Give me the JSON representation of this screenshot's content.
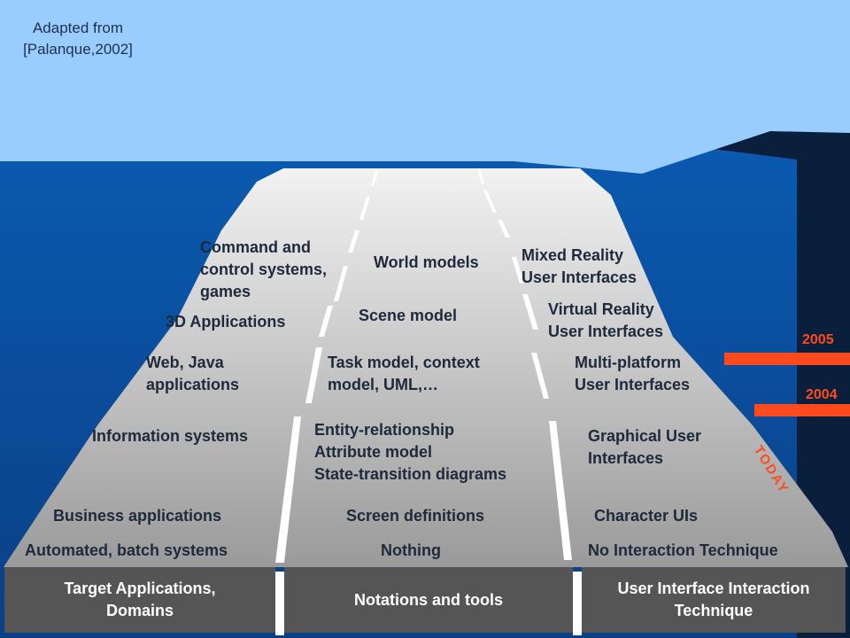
{
  "credit": "Adapted from\n[Palanque,2002]",
  "timeline": {
    "year_2005": "2005",
    "year_2004": "2004",
    "today": "TODAY"
  },
  "columns": {
    "applications": {
      "header": "Target Applications,\nDomains",
      "items": [
        "Command and\ncontrol systems,\ngames",
        "3D Applications",
        "Web, Java\napplications",
        "Information systems",
        "Business applications",
        "Automated, batch systems"
      ]
    },
    "notations": {
      "header": "Notations and tools",
      "items": [
        "World models",
        "Scene model",
        "Task model, context\nmodel, UML,…",
        "Entity-relationship\nAttribute model\nState-transition diagrams",
        "Screen definitions",
        "Nothing"
      ]
    },
    "interaction": {
      "header": "User Interface Interaction\nTechnique",
      "items": [
        "Mixed Reality\nUser Interfaces",
        "Virtual Reality\nUser Interfaces",
        "Multi-platform\nUser Interfaces",
        "Graphical User\nInterfaces",
        "Character UIs",
        "No Interaction Technique"
      ]
    }
  },
  "colors": {
    "sky": "#99ccff",
    "sea": "#0b5cb0",
    "road_light": "#f0f0f0",
    "road_dark": "#9a9a9a",
    "marker": "#ff4a1e",
    "footer": "#555555"
  }
}
